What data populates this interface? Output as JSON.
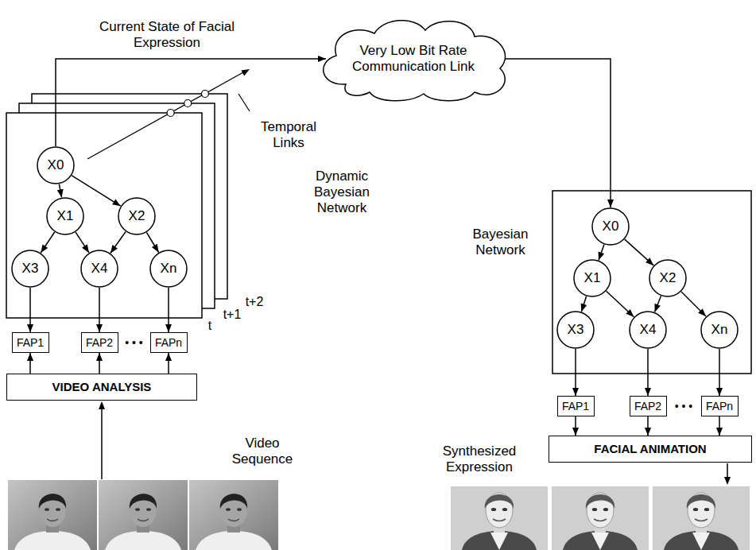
{
  "diagram": {
    "nodes": [
      {
        "text": [
          "X0"
        ]
      },
      {
        "text": [
          "X1"
        ]
      },
      {
        "text": [
          "X2"
        ]
      },
      {
        "text": [
          "X3"
        ]
      },
      {
        "text": [
          "X4"
        ]
      },
      {
        "text": [
          "Xn"
        ]
      },
      {
        "text": [
          "FAP1"
        ]
      },
      {
        "text": [
          "FAP2"
        ]
      },
      {
        "text": [
          "FAPn"
        ]
      },
      {
        "text": [
          "VIDEO ANALYSIS"
        ]
      },
      {
        "text": [
          "Very Low Bit Rate Communication Link"
        ]
      },
      {
        "text": [
          "X0"
        ]
      },
      {
        "text": [
          "X1"
        ]
      },
      {
        "text": [
          "X2"
        ]
      },
      {
        "text": [
          "X3"
        ]
      },
      {
        "text": [
          "X4"
        ]
      },
      {
        "text": [
          "Xn"
        ]
      },
      {
        "text": [
          "FAP1"
        ]
      },
      {
        "text": [
          "FAP2"
        ]
      },
      {
        "text": [
          "FAPn"
        ]
      },
      {
        "text": [
          "FACIAL ANIMATION"
        ]
      }
    ],
    "edges": [
      {
        "from": 0,
        "to": 1,
        "arrow": "to"
      },
      {
        "from": 0,
        "to": 2,
        "arrow": "to"
      },
      {
        "from": 1,
        "to": 3,
        "arrow": "to"
      },
      {
        "from": 1,
        "to": 4,
        "arrow": "to"
      },
      {
        "from": 2,
        "to": 4,
        "arrow": "to"
      },
      {
        "from": 2,
        "to": 5,
        "arrow": "to"
      },
      {
        "from": 3,
        "to": 6,
        "arrow": "to"
      },
      {
        "from": 4,
        "to": 7,
        "arrow": "to"
      },
      {
        "from": 5,
        "to": 8,
        "arrow": "to"
      },
      {
        "from": 9,
        "to": 6,
        "arrow": "to"
      },
      {
        "from": 9,
        "to": 7,
        "arrow": "to"
      },
      {
        "from": 9,
        "to": 8,
        "arrow": "to"
      },
      {
        "from": 0,
        "to": 10,
        "label": "Current State of Facial Expression",
        "arrow": "to"
      },
      {
        "from": 10,
        "to": 11,
        "arrow": "to"
      },
      {
        "from": 11,
        "to": 12,
        "arrow": "to"
      },
      {
        "from": 11,
        "to": 13,
        "arrow": "to"
      },
      {
        "from": 12,
        "to": 14,
        "arrow": "to"
      },
      {
        "from": 12,
        "to": 15,
        "arrow": "to"
      },
      {
        "from": 13,
        "to": 15,
        "arrow": "to"
      },
      {
        "from": 13,
        "to": 16,
        "arrow": "to"
      },
      {
        "from": 14,
        "to": 17,
        "arrow": "to"
      },
      {
        "from": 15,
        "to": 18,
        "arrow": "to"
      },
      {
        "from": 16,
        "to": 19,
        "arrow": "to"
      },
      {
        "from": 17,
        "to": 20,
        "arrow": "to"
      },
      {
        "from": 18,
        "to": 20,
        "arrow": "to"
      },
      {
        "from": 19,
        "to": 20,
        "arrow": "to"
      }
    ],
    "labels": [
      "Temporal Links",
      "Dynamic Bayesian Network",
      "t",
      "t+1",
      "t+2",
      "• • •",
      "Video Sequence",
      "Bayesian Network",
      "• • •",
      "Synthesized Expression"
    ]
  }
}
